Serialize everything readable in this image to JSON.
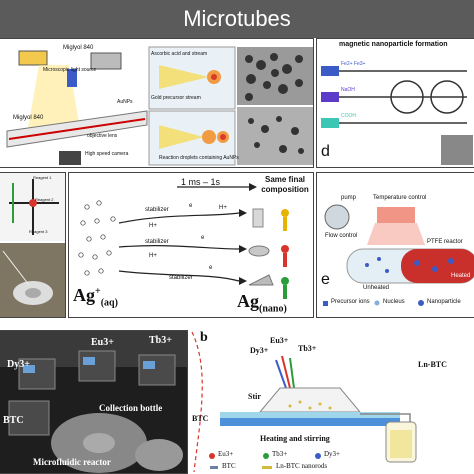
{
  "header": {
    "title": "Microtubes"
  },
  "panel_a": {
    "labels": {
      "miglyol_top": "Miglyol 840",
      "light_source": "Microscopic light source",
      "aunps": "AuNPs",
      "objective": "objective lens",
      "miglyol_bottom": "Miglyol 840",
      "camera": "High speed camera",
      "ascorbic": "Ascorbic acid and stream",
      "gold_precursor": "Gold precursor stream",
      "reaction_droplets": "Reaction droplets containing AuNPs"
    }
  },
  "panel_d": {
    "title": "magnetic nanoparticle formation",
    "reagents": [
      "Fe2+ Fe3+",
      "NaOH",
      "COOH"
    ],
    "letter": "d"
  },
  "panel_c": {
    "reagent_labels": [
      "Reagent 1",
      "Reagent 2",
      "Reagent 3"
    ],
    "time_label": "1 ms – 1s",
    "composition_label": "Same final composition",
    "stabilizer_labels": [
      "stabilizer",
      "stabilizer",
      "stabilizer"
    ],
    "reactant_main": "Ag",
    "reactant_sup": "+",
    "reactant_sub": "(aq)",
    "product_main": "Ag",
    "product_sub": "(nano)",
    "electron": "e",
    "proton": "H+"
  },
  "panel_e": {
    "pump": "pump",
    "temperature_control": "Temperature control",
    "flow_control": "Flow control",
    "reactor": "PTFE reactor",
    "unheated": "Unheated",
    "heated": "Heated",
    "legend": [
      "Precursor ions",
      "Nucleus",
      "Nanoparticle"
    ],
    "letter": "e"
  },
  "panel_bottom_left": {
    "labels": {
      "eu": "Eu3+",
      "tb": "Tb3+",
      "dy": "Dy3+",
      "btc": "BTC",
      "collection_bottle": "Collection bottle",
      "reactor": "Microfluidic reactor"
    }
  },
  "panel_b": {
    "letter": "b",
    "ions": {
      "eu": "Eu3+",
      "dy": "Dy3+",
      "tb": "Tb3+"
    },
    "stir": "Stir",
    "ln_btc": "Ln-BTC",
    "btc": "BTC",
    "heating": "Heating and stirring",
    "legend": [
      {
        "label": "Eu3+",
        "color": "#d9342b"
      },
      {
        "label": "Tb3+",
        "color": "#2a9d3a"
      },
      {
        "label": "Dy3+",
        "color": "#3b5bc7"
      },
      {
        "label": "BTC",
        "color": "#6c7fa8"
      },
      {
        "label": "Ln-BTC nanorods",
        "color": "#d4b93a"
      }
    ]
  },
  "colors": {
    "header": "#5b5b5b",
    "gold": "#e6b400",
    "red": "#d9342b",
    "blue": "#3b5bc7",
    "green": "#2a9d3a"
  }
}
